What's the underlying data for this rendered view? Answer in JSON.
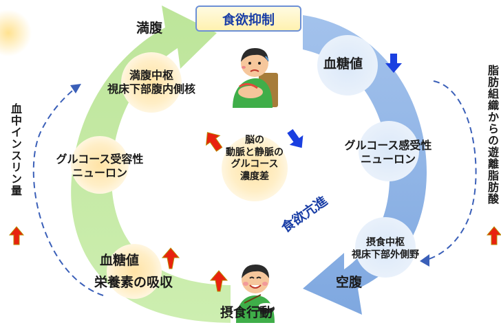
{
  "top_title": "食欲抑制",
  "satiety": "満腹",
  "hunger": "空腹",
  "feeding_behavior": "摂食行動",
  "appetite_increase": "食欲亢進",
  "blood_glucose_top": "血糖値",
  "satiety_center": [
    "満腹中枢",
    "視床下部腹内側核"
  ],
  "glucose_sensitive_neuron": [
    "グルコース感受性",
    "ニューロン"
  ],
  "feeding_center": [
    "摂食中枢",
    "視床下部外側野"
  ],
  "glucose_receptor_neuron": [
    "グルコース受容性",
    "ニューロン"
  ],
  "brain_glucose_diff": [
    "脳の",
    "動脈と静脈の",
    "グルコース",
    "濃度差"
  ],
  "blood_glucose_bottom": "血糖値",
  "nutrient_absorption": "栄養素の吸収",
  "left_vertical": "血中インスリン量",
  "right_vertical": "脂肪組織からの遊離脂肪酸",
  "colors": {
    "up_arrow": "#e8220f",
    "down_arrow": "#1a3fe0",
    "green_cycle": "#bfe89a",
    "blue_cycle": "#8fb3e6",
    "title_text": "#1b3fa6",
    "dash": "#3a5fb8"
  },
  "icons": [
    "stomach-ache-person-icon",
    "eating-person-icon",
    "up-arrow-icon",
    "down-arrow-icon"
  ]
}
